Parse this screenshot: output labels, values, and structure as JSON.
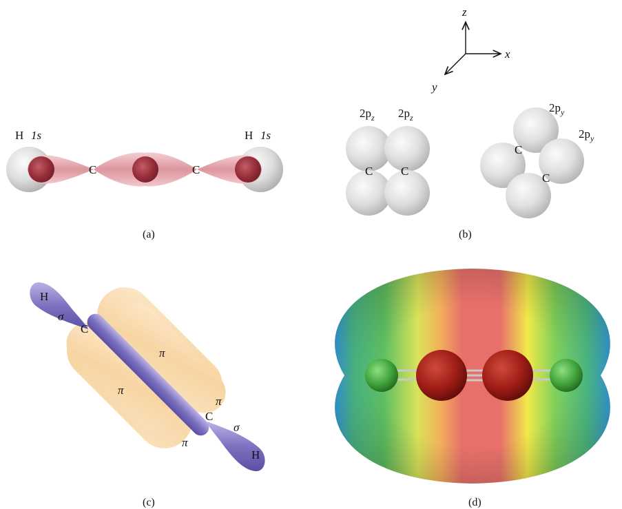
{
  "panel_a": {
    "caption": "(a)",
    "h_left": "H",
    "h_left_orbital": "1s",
    "h_right": "H",
    "h_right_orbital": "1s",
    "carbon_left": "C",
    "carbon_right": "C"
  },
  "panel_b": {
    "caption": "(b)",
    "axis_z": "z",
    "axis_x": "x",
    "axis_y": "y",
    "pz_left_label": "2p",
    "pz_left_sub": "z",
    "pz_right_label": "2p",
    "pz_right_sub": "z",
    "py_top_label": "2p",
    "py_top_sub": "y",
    "py_right_label": "2p",
    "py_right_sub": "y",
    "pz_c_left": "C",
    "pz_c_right": "C",
    "py_c_upper": "C",
    "py_c_lower": "C"
  },
  "panel_c": {
    "caption": "(c)",
    "h_top": "H",
    "sigma_top": "σ",
    "c_top": "C",
    "pi_upper": "π",
    "pi_left": "π",
    "pi_right": "π",
    "pi_lower": "π",
    "c_bottom": "C",
    "sigma_bottom": "σ",
    "h_bottom": "H"
  },
  "panel_d": {
    "caption": "(d)"
  },
  "colors": {
    "sigma_lobe": "#d98a93",
    "sigma_core": "#8c1f2c",
    "sphere": "#d6d6d6",
    "pi_lobe": "#f6c98a",
    "sigma_bond_c": "#8a80c8",
    "esp_red": "#e8706a",
    "esp_green": "#5fc061",
    "esp_yellow": "#f2e94a",
    "esp_blue": "#38a6e6",
    "atom_carbon": "#9e1c16",
    "atom_hydrogen": "#3fa33a"
  }
}
